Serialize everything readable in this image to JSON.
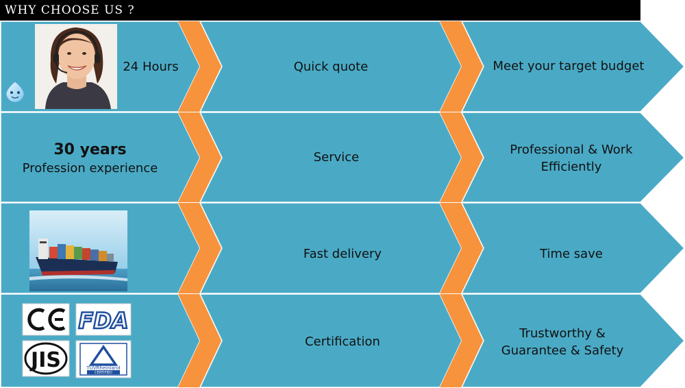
{
  "header": {
    "title": "WHY CHOOSE US ?"
  },
  "theme": {
    "panel": "#4aaac6",
    "chevron": "#f7933d",
    "border": "#ffffff",
    "header_bg": "#000000"
  },
  "rows": [
    {
      "col1": {
        "text": "24 Hours",
        "picture": "customer-service-agent-with-headset"
      },
      "col2": "Quick quote",
      "col3": [
        "Meet your target budget"
      ]
    },
    {
      "col1": {
        "title": "30 years",
        "subtitle": "Profession  experience"
      },
      "col2": "Service",
      "col3": [
        "Professional & Work",
        "Efficiently"
      ]
    },
    {
      "col1": {
        "picture": "container-cargo-ship"
      },
      "col2": "Fast delivery",
      "col3": [
        "Time  save"
      ]
    },
    {
      "col1": {
        "logos": [
          {
            "name": "ce-mark",
            "text": "CE"
          },
          {
            "name": "fda-logo",
            "text": "FDA"
          },
          {
            "name": "jis-mark",
            "text": "JIS"
          },
          {
            "name": "tuv-rheinland-logo",
            "text": "TÜVRheinland",
            "sub": "CERTIFIED"
          }
        ]
      },
      "col2": "Certification",
      "col3": [
        "Trustworthy &",
        "Guarantee & Safety"
      ]
    }
  ]
}
